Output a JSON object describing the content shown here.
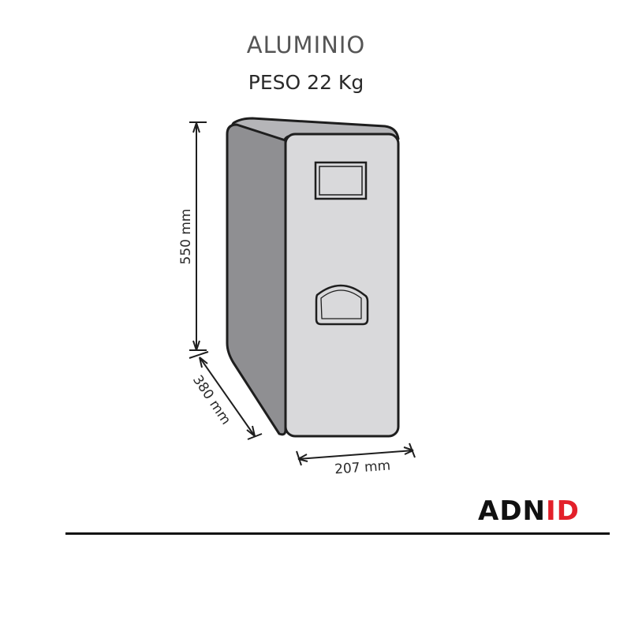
{
  "title": {
    "material": "ALUMINIO",
    "weight": "PESO 22 Kg"
  },
  "dimensions": {
    "height": "550 mm",
    "depth": "380 mm",
    "width": "207 mm"
  },
  "logo": {
    "text_dark": "ADN",
    "text_red": "ID",
    "colors": {
      "dark": "#111111",
      "red": "#e3202a"
    }
  },
  "colors": {
    "body_side": "#8f8f92",
    "body_front": "#d9d9db",
    "outline": "#1e1e1e"
  }
}
